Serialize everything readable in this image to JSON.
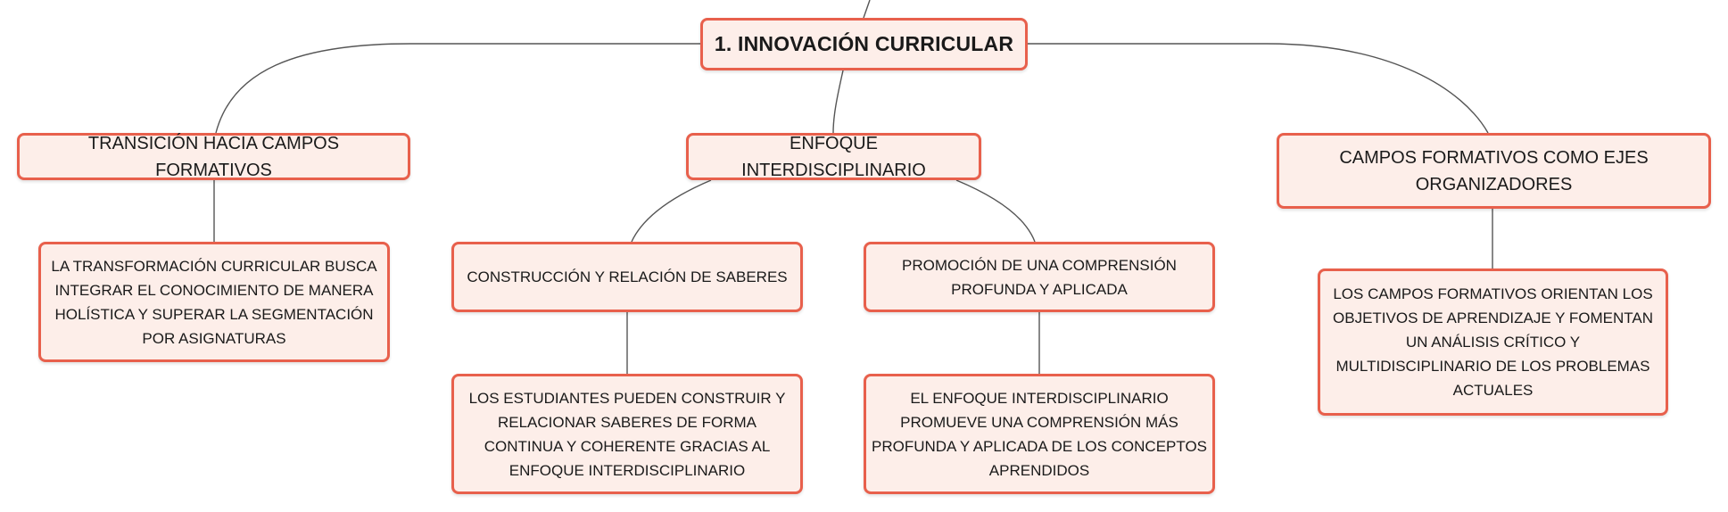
{
  "diagram": {
    "root": {
      "label": "1. INNOVACIÓN CURRICULAR"
    },
    "branches": [
      {
        "label": "TRANSICIÓN HACIA CAMPOS FORMATIVOS",
        "children": [
          {
            "label": "LA TRANSFORMACIÓN CURRICULAR BUSCA INTEGRAR EL CONOCIMIENTO DE MANERA HOLÍSTICA Y SUPERAR LA SEGMENTACIÓN POR ASIGNATURAS"
          }
        ]
      },
      {
        "label": "ENFOQUE INTERDISCIPLINARIO",
        "children": [
          {
            "label": "CONSTRUCCIÓN Y RELACIÓN DE SABERES",
            "children": [
              {
                "label": "LOS ESTUDIANTES PUEDEN CONSTRUIR Y RELACIONAR SABERES DE FORMA CONTINUA Y COHERENTE GRACIAS AL ENFOQUE INTERDISCIPLINARIO"
              }
            ]
          },
          {
            "label": "PROMOCIÓN DE UNA COMPRENSIÓN PROFUNDA Y APLICADA",
            "children": [
              {
                "label": "EL ENFOQUE INTERDISCIPLINARIO PROMUEVE UNA COMPRENSIÓN MÁS PROFUNDA Y APLICADA DE LOS CONCEPTOS APRENDIDOS"
              }
            ]
          }
        ]
      },
      {
        "label": "CAMPOS FORMATIVOS COMO EJES ORGANIZADORES",
        "children": [
          {
            "label": "LOS CAMPOS FORMATIVOS ORIENTAN LOS OBJETIVOS DE APRENDIZAJE Y FOMENTAN UN ANÁLISIS CRÍTICO Y MULTIDISCIPLINARIO DE LOS PROBLEMAS ACTUALES"
          }
        ]
      }
    ]
  },
  "colors": {
    "node_fill": "#fdeee9",
    "node_border": "#e8604c",
    "connector": "#555555",
    "text": "#1a1a1a"
  }
}
